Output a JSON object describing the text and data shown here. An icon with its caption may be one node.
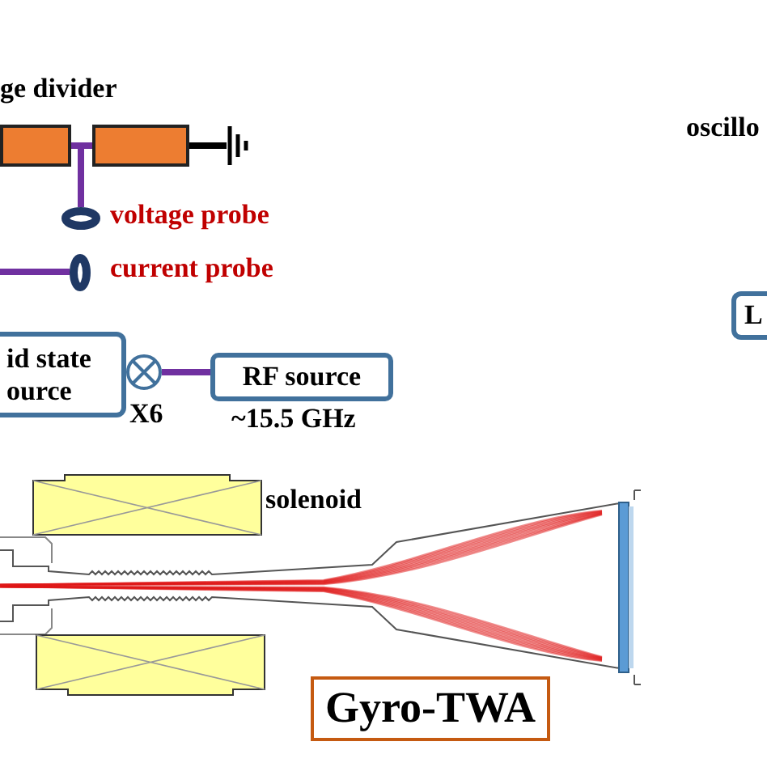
{
  "diagram": {
    "nodes": [
      {
        "text": [],
        "shape": "box"
      },
      {
        "text": [],
        "shape": "box"
      },
      {
        "text": [],
        "shape": "ground"
      },
      {
        "text": [],
        "shape": "circle",
        "beside": [
          "voltage probe"
        ]
      },
      {
        "text": [],
        "shape": "circle",
        "beside": [
          "current probe"
        ]
      },
      {
        "text": [
          "L"
        ]
      },
      {
        "text": [
          "id state ource"
        ]
      },
      {
        "text": [],
        "shape": "circle",
        "beside": [
          "X6"
        ]
      },
      {
        "text": [
          "RF source"
        ],
        "beside": [
          "~15.5 GHz"
        ]
      },
      {
        "text": [],
        "shape": "box",
        "beside": [
          "solenoid"
        ]
      },
      {
        "text": [],
        "shape": "box"
      },
      {
        "text": [],
        "shape": "bar"
      },
      {
        "text": [
          "Gyro-TWA"
        ]
      }
    ],
    "edges": [
      {
        "from": 0,
        "to": 1,
        "arrow": "none"
      },
      {
        "from": 0,
        "to": 3,
        "arrow": "none"
      },
      {
        "from": 1,
        "to": 2,
        "arrow": "none",
        "color": "#000000"
      },
      {
        "from": null,
        "to": 4,
        "arrow": "none"
      },
      {
        "from": 7,
        "to": 8,
        "arrow": "none"
      }
    ],
    "labels": [
      "ge divider",
      "oscillo"
    ]
  }
}
